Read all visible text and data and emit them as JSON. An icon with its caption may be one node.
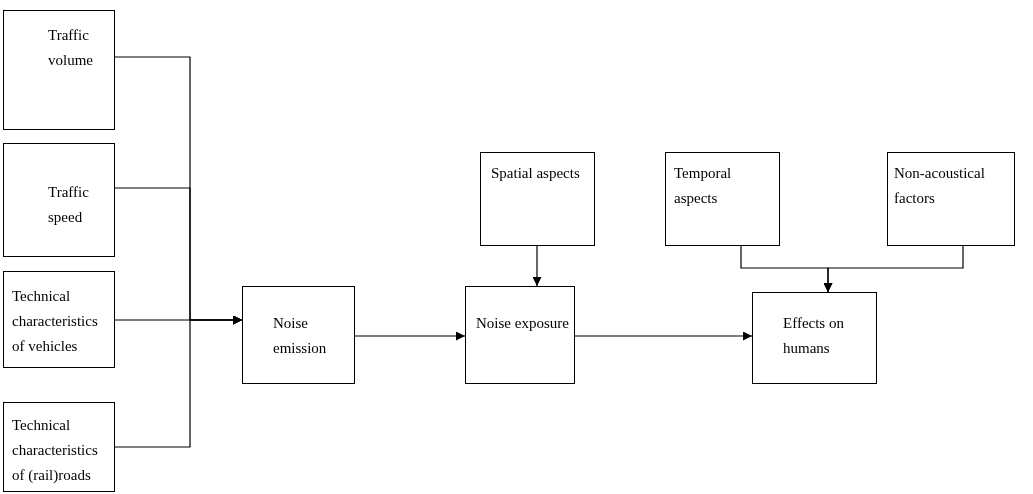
{
  "diagram": {
    "nodes": [
      {
        "text": [
          "Traffic volume"
        ]
      },
      {
        "text": [
          "Traffic speed"
        ]
      },
      {
        "text": [
          "Technical characteristics of vehicles"
        ]
      },
      {
        "text": [
          "Technical characteristics of (rail)roads"
        ]
      },
      {
        "text": [
          "Noise emission"
        ]
      },
      {
        "text": [
          "Noise exposure"
        ]
      },
      {
        "text": [
          "Spatial aspects"
        ]
      },
      {
        "text": [
          "Effects on humans"
        ]
      },
      {
        "text": [
          "Temporal aspects"
        ]
      },
      {
        "text": [
          "Non-acoustical factors"
        ]
      }
    ],
    "edges": [
      {
        "from": 0,
        "to": 4,
        "arrow": "to"
      },
      {
        "from": 1,
        "to": 4,
        "arrow": "to"
      },
      {
        "from": 2,
        "to": 4,
        "arrow": "to"
      },
      {
        "from": 3,
        "to": 4,
        "arrow": "to"
      },
      {
        "from": 4,
        "to": 5,
        "arrow": "to"
      },
      {
        "from": 6,
        "to": 5,
        "arrow": "to"
      },
      {
        "from": 5,
        "to": 7,
        "arrow": "to"
      },
      {
        "from": 8,
        "to": 7,
        "arrow": "to"
      },
      {
        "from": 9,
        "to": 7,
        "arrow": "to"
      }
    ]
  }
}
